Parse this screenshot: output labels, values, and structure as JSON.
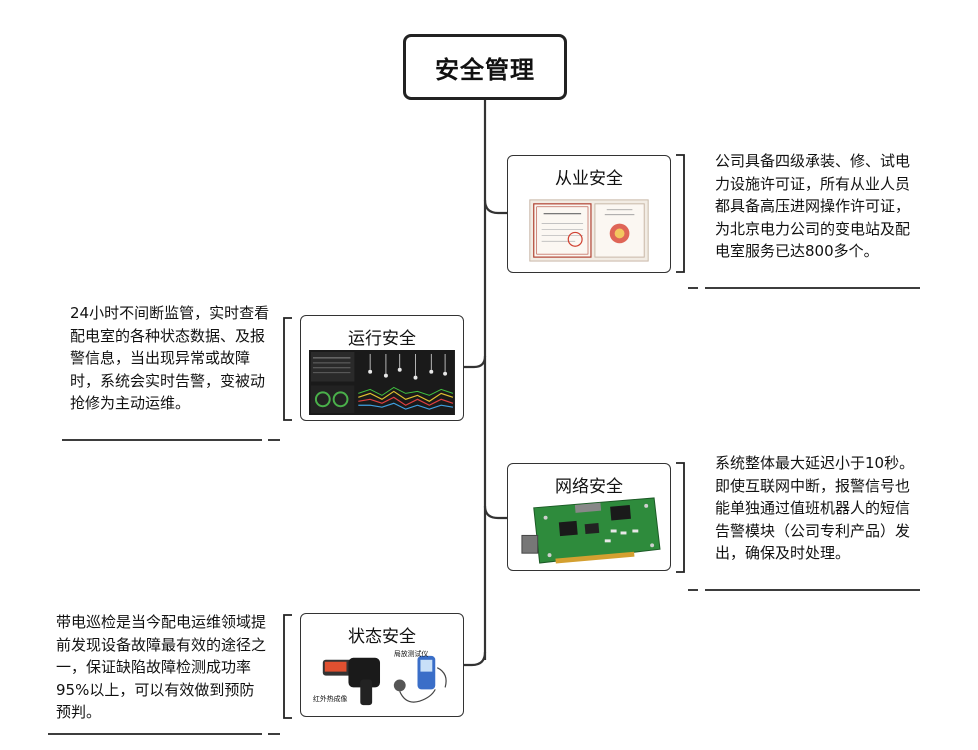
{
  "root": {
    "title": "安全管理"
  },
  "branches": [
    {
      "id": "occupational",
      "label": "从业安全",
      "description": "公司具备四级承装、修、试电力设施许可证，所有从业人员都具备高压进网操作许可证，为北京电力公司的变电站及配电室服务已达800多个。"
    },
    {
      "id": "operation",
      "label": "运行安全",
      "description": "24小时不间断监管，实时查看配电室的各种状态数据、及报警信息，当出现异常或故障时，系统会实时告警，变被动抢修为主动运维。"
    },
    {
      "id": "network",
      "label": "网络安全",
      "description": "系统整体最大延迟小于10秒。即使互联网中断，报警信号也能单独通过值班机器人的短信告警模块（公司专利产品）发出，确保及时处理。"
    },
    {
      "id": "status",
      "label": "状态安全",
      "description": "带电巡检是当今配电运维领域提前发现设备故障最有效的途径之一，保证缺陷故障检测成功率95%以上，可以有效做到预防预判。",
      "image_captions": [
        "局放测试仪",
        "红外热成像"
      ]
    }
  ],
  "colors": {
    "line": "#333333",
    "border": "#222222",
    "pcb": "#2e8b3c"
  }
}
